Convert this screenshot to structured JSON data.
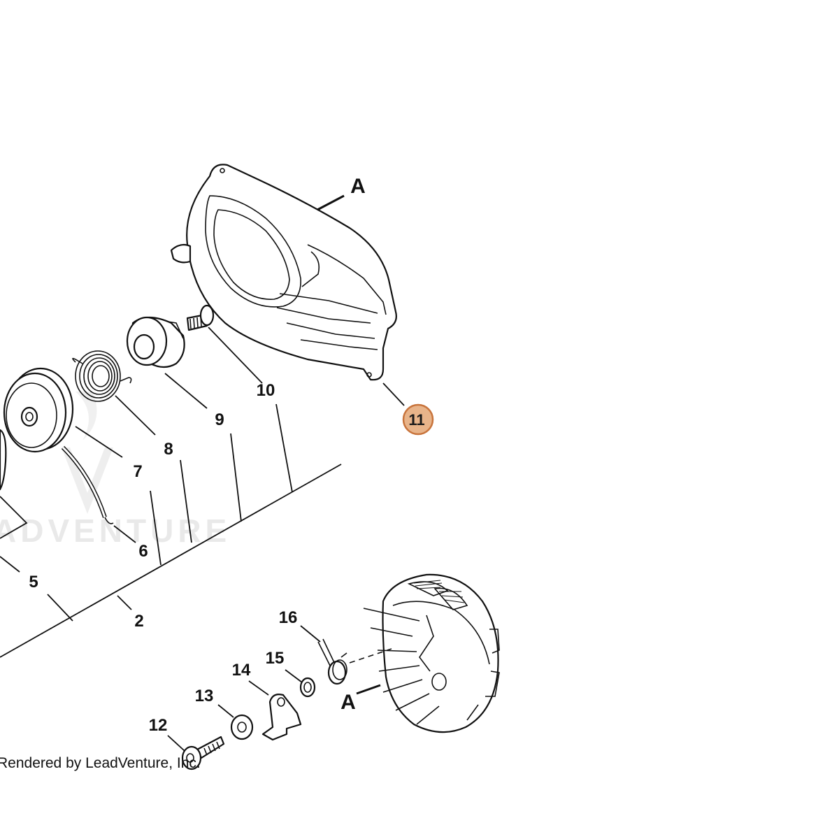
{
  "diagram": {
    "callouts": [
      "2",
      "5",
      "6",
      "7",
      "8",
      "9",
      "10",
      "12",
      "13",
      "14",
      "15",
      "16"
    ],
    "highlighted_callout": "11",
    "highlight_color": "#e8b48a",
    "highlight_border_color": "#c8743c",
    "reference_letters": [
      "A",
      "A"
    ],
    "watermark_text": "ADVENTURE",
    "credit_text": "Rendered by LeadVenture, Inc."
  }
}
